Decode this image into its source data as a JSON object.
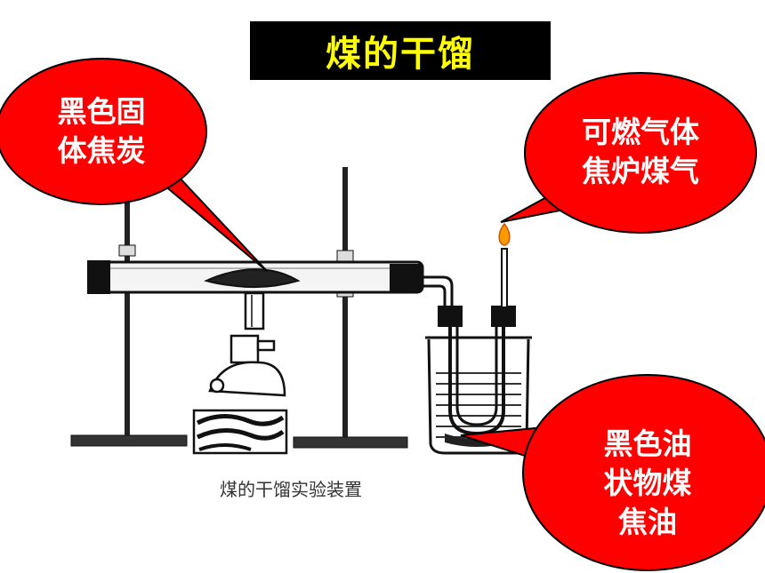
{
  "title": "煤的干馏",
  "caption": "煤的干馏实验装置",
  "callouts": {
    "coke": {
      "lines": [
        "黑色固",
        "体焦炭"
      ]
    },
    "gas": {
      "lines": [
        "可燃气体",
        "焦炉煤气"
      ]
    },
    "tar": {
      "lines": [
        "黑色油",
        "状物煤",
        "焦油"
      ]
    }
  },
  "colors": {
    "title_bg": "#000000",
    "title_text": "#ffff00",
    "callout_fill": "#ff0000",
    "callout_text": "#ffffff",
    "flame": "#ff9900"
  }
}
